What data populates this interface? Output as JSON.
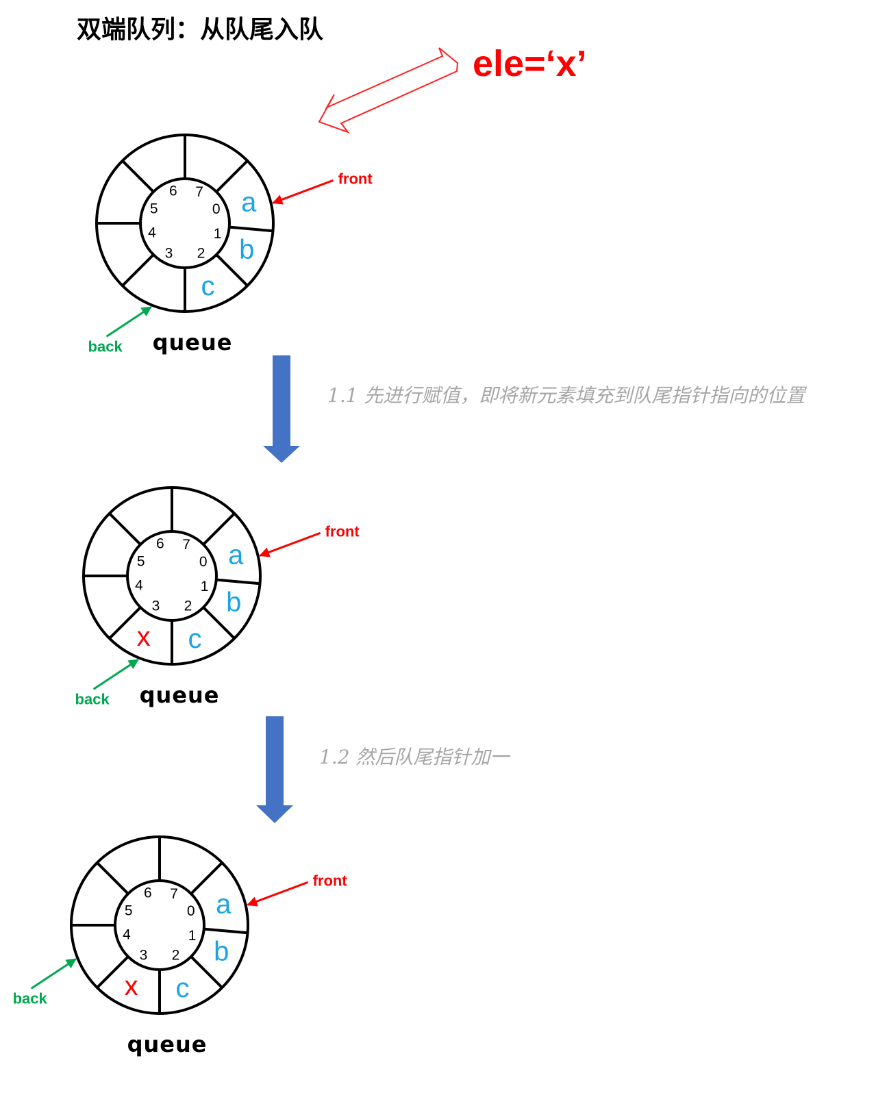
{
  "title": "双端队列：从队尾入队",
  "element_label": "ele=‘x’",
  "steps": [
    "1.1 先进行赋值，即将新元素填充到队尾指针指向的位置",
    "1.2 然后队尾指针加一"
  ],
  "colors": {
    "value_blue": "#1aa3e8",
    "value_red": "#ff0000",
    "front_pointer": "#ff0000",
    "back_pointer": "#00a84f",
    "step_arrow": "#4472c4",
    "ring_stroke": "#000000"
  },
  "index_labels": [
    "0",
    "1",
    "2",
    "3",
    "4",
    "5",
    "6",
    "7"
  ],
  "pointer_labels": {
    "front": "front",
    "back": "back"
  },
  "queue_label": "queue",
  "diagrams": [
    {
      "slots": [
        {
          "index": 0,
          "value": "a",
          "color": "blue"
        },
        {
          "index": 1,
          "value": "b",
          "color": "blue"
        },
        {
          "index": 2,
          "value": "c",
          "color": "blue"
        }
      ],
      "front_index": 0,
      "back_index": 3
    },
    {
      "slots": [
        {
          "index": 0,
          "value": "a",
          "color": "blue"
        },
        {
          "index": 1,
          "value": "b",
          "color": "blue"
        },
        {
          "index": 2,
          "value": "c",
          "color": "blue"
        },
        {
          "index": 3,
          "value": "x",
          "color": "red"
        }
      ],
      "front_index": 0,
      "back_index": 3
    },
    {
      "slots": [
        {
          "index": 0,
          "value": "a",
          "color": "blue"
        },
        {
          "index": 1,
          "value": "b",
          "color": "blue"
        },
        {
          "index": 2,
          "value": "c",
          "color": "blue"
        },
        {
          "index": 3,
          "value": "x",
          "color": "red"
        }
      ],
      "front_index": 0,
      "back_index": 4
    }
  ]
}
